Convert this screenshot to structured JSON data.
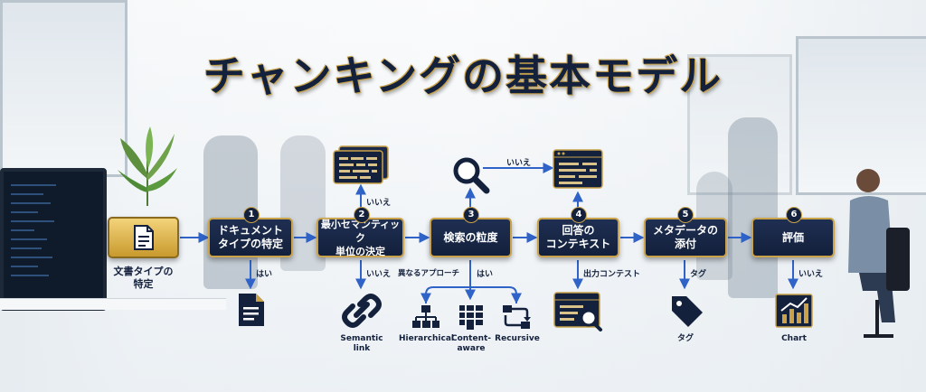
{
  "title": "チャンキングの基本モデル",
  "start": {
    "label_line1": "文書タイプの",
    "label_line2": "特定",
    "icon": "document-icon"
  },
  "steps": [
    {
      "number": "1",
      "line1": "ドキュメント",
      "line2": "タイプの特定"
    },
    {
      "number": "2",
      "line1": "最小セマンティック",
      "line2": "単位の決定"
    },
    {
      "number": "3",
      "line1": "検索の粒度",
      "line2": ""
    },
    {
      "number": "4",
      "line1": "回答の",
      "line2": "コンテキスト"
    },
    {
      "number": "5",
      "line1": "メタデータの",
      "line2": "添付"
    },
    {
      "number": "6",
      "line1": "評価",
      "line2": ""
    }
  ],
  "edge_labels": {
    "step1_down": "はい",
    "step2_up": "いいえ",
    "step2_down": "いいえ",
    "step3_up_right": "いいえ",
    "step3_left": "異なるアプローチ",
    "step3_right": "はい",
    "step4_down": "出力コンテスト",
    "step5_down": "タグ",
    "step6_down": "いいえ"
  },
  "outputs": {
    "semantic_link": {
      "line1": "Semantic",
      "line2": "link",
      "icon": "chain-link-icon"
    },
    "hierarchical": {
      "line1": "Hierarchical",
      "line2": "",
      "icon": "hierarchy-icon"
    },
    "content_aware": {
      "line1": "Content-",
      "line2": "aware",
      "icon": "grid-icon"
    },
    "recursive": {
      "line1": "Recursive",
      "line2": "",
      "icon": "recursive-icon"
    },
    "tag": {
      "line1": "タグ",
      "icon": "tag-icon"
    },
    "chart": {
      "line1": "Chart",
      "icon": "chart-icon"
    }
  },
  "colors": {
    "navy": "#14213d",
    "gold": "#c9a24a",
    "arrow": "#2f63c8"
  }
}
